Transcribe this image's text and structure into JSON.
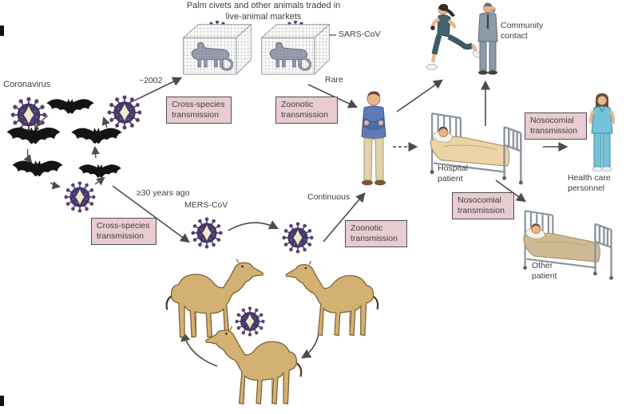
{
  "figure": {
    "palm_civets_caption": "Palm civets and other animals traded in live-animal markets"
  },
  "labels": {
    "coronavirus": "Coronavirus",
    "sars_cov": "SARS-CoV",
    "mers_cov": "MERS-CoV",
    "year_2002": "~2002",
    "years_30_ago": "≥30 years ago",
    "rare": "Rare",
    "continuous": "Continuous",
    "community_contact": "Community contact",
    "hospital_patient": "Hospital patient",
    "health_care_personnel": "Health care personnel",
    "other_patient": "Other patient"
  },
  "boxes": {
    "cross_species": "Cross-species transmission",
    "zoonotic": "Zoonotic transmission",
    "nosocomial": "Nosocomial transmission"
  },
  "icons": {
    "virus": "coronavirus-particle",
    "bat": "bat-silhouette",
    "cage": "caged-palm-civet",
    "camel": "dromedary-camel",
    "bed": "hospital-bed-with-patient",
    "jogger": "running-woman",
    "businessman": "man-on-phone",
    "patient_man": "man-with-crossed-arms",
    "nurse": "health-care-worker"
  },
  "colors": {
    "text": "#3e3e3e",
    "box_fill": "#e8ccd1",
    "box_border": "#4f4f4f",
    "arrow": "#4c4c4c",
    "virus_body": "#46396a",
    "virus_spike": "#4f4273",
    "virus_center": "#f2e9cb",
    "bat": "#141414",
    "camel": "#d2b172",
    "camel_outline": "#7c5e33",
    "cage_grid": "#b0b0b0",
    "civet": "#8e97a8",
    "blanket": "#ecd4a6",
    "blanket_dark": "#cdb993",
    "bed_frame": "#8d949c",
    "scrubs": "#74c3da",
    "shirt_blue": "#5d7cb7",
    "pants_khaki": "#ded3ad",
    "suit_gray": "#8e9aa6",
    "skin": "#e9b68c",
    "hair_brown": "#6b4a33"
  }
}
